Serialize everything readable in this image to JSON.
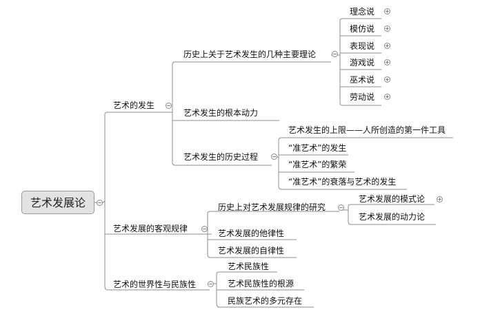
{
  "mindmap": {
    "root": "艺术发展论",
    "branches": [
      {
        "label": "艺术的发生",
        "children": [
          {
            "label": "历史上关于艺术发生的几种主要理论",
            "children": [
              "理念说",
              "模仿说",
              "表现说",
              "游戏说",
              "巫术说",
              "劳动说"
            ]
          },
          {
            "label": "艺术发生的根本动力"
          },
          {
            "label": "艺术发生的历史过程",
            "children": [
              "艺术发生的上限——人所创造的第一件工具",
              "“准艺术”的发生",
              "“准艺术”的繁荣",
              "“准艺术”的衰落与艺术的发生"
            ]
          }
        ]
      },
      {
        "label": "艺术发展的客观规律",
        "children": [
          {
            "label": "历史上对艺术发展规律的研究",
            "children": [
              "艺术发展的模式论",
              "艺术发展的动力论"
            ]
          },
          {
            "label": "艺术发展的他律性"
          },
          {
            "label": "艺术发展的自律性"
          }
        ]
      },
      {
        "label": "艺术的世界性与民族性",
        "children": [
          "艺术民族性",
          "艺术民族性的根源",
          "民族艺术的多元存在"
        ]
      }
    ]
  }
}
